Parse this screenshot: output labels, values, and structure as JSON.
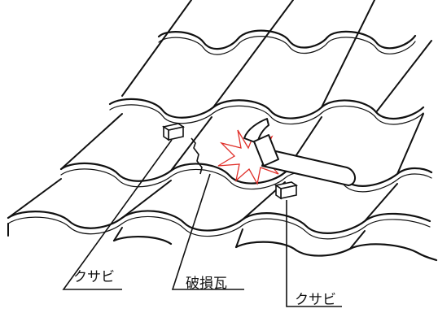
{
  "labels": {
    "wedge_left": "クサビ",
    "broken_tile": "破損瓦",
    "wedge_right": "クサビ"
  },
  "colors": {
    "line": "#111111",
    "impact": "#e0302a",
    "background": "#ffffff"
  },
  "icons": {
    "impact": "starburst-icon",
    "tool": "hammer-icon"
  }
}
